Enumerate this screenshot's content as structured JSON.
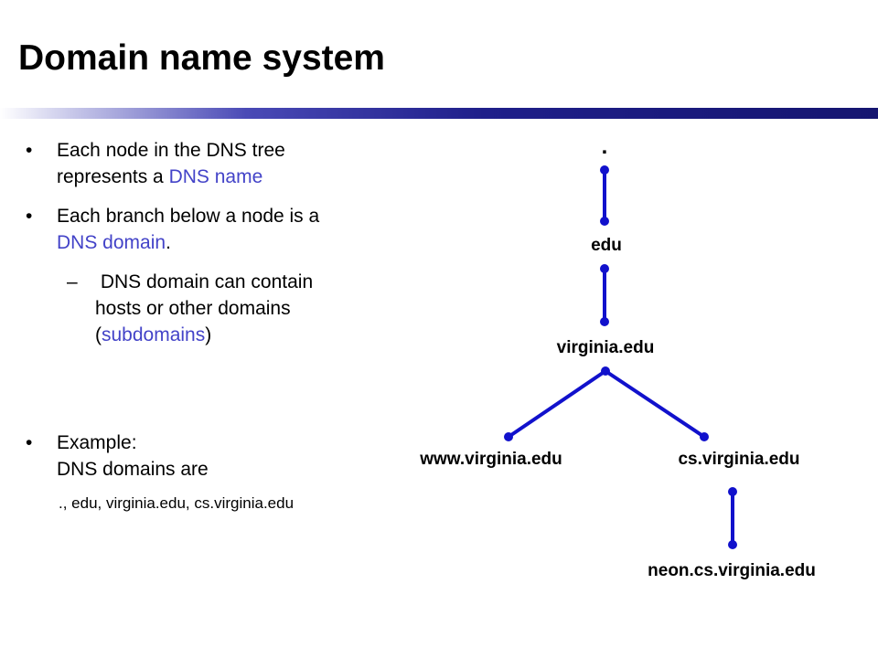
{
  "slide": {
    "title": "Domain name system",
    "bullet_glyph": "•",
    "dash_glyph": "–",
    "bullets": [
      {
        "lines": [
          {
            "plain": "Each node in the DNS tree"
          },
          {
            "plain": "represents a ",
            "highlight": "DNS name"
          }
        ]
      },
      {
        "lines": [
          {
            "plain": "Each branch below a node is a"
          },
          {
            "highlight": "DNS domain",
            "after": "."
          }
        ]
      }
    ],
    "subbullet": {
      "lines": [
        {
          "plain": " DNS domain can contain"
        },
        {
          "plain": "hosts or other domains"
        },
        {
          "before": "(",
          "highlight": "subdomains",
          "after": ")"
        }
      ]
    },
    "example": {
      "label": "Example:",
      "line2": "DNS domains are",
      "line3": "., edu, virginia.edu, cs.virginia.edu"
    }
  },
  "tree": {
    "colors": {
      "edge": "#1111cc",
      "node": "#1111cc"
    },
    "labels": {
      "root": ".",
      "edu": "edu",
      "virginia": "virginia.edu",
      "www": "www.virginia.edu",
      "cs": "cs.virginia.edu",
      "neon": "neon.cs.virginia.edu"
    }
  }
}
